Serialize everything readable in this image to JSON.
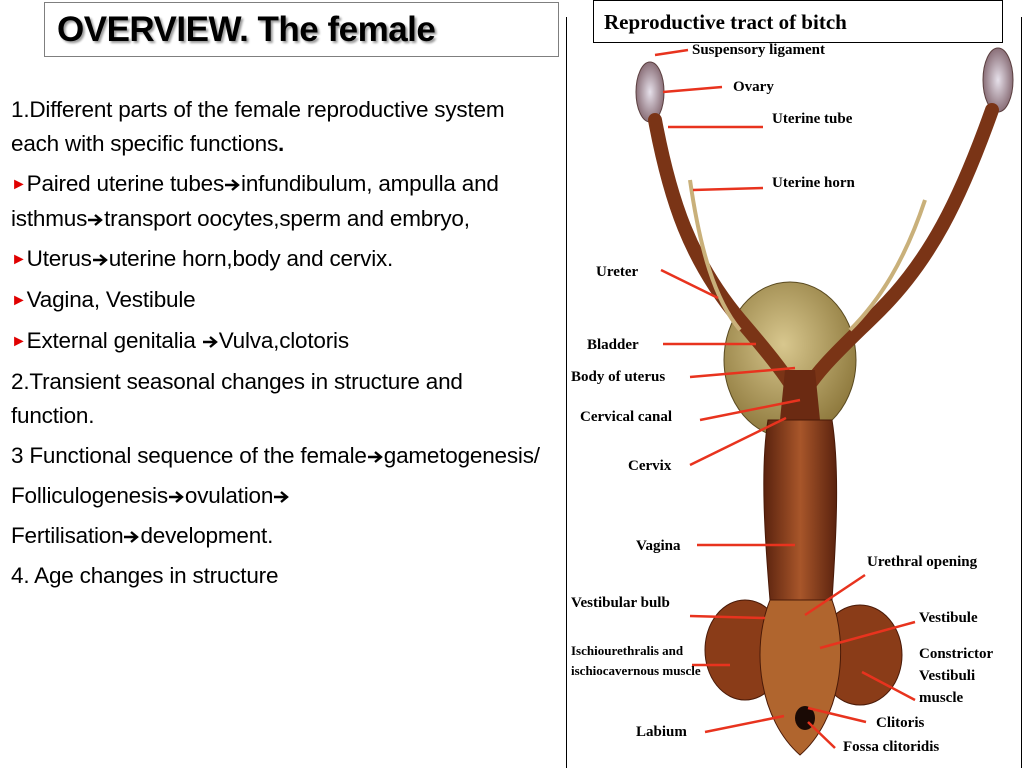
{
  "slide": {
    "title": "OVERVIEW. The female",
    "paragraphs": {
      "p1": "1.Different parts of the female reproductive system each with specific functions",
      "p1_end": ".",
      "b1a": "Paired uterine tubes",
      "b1b": "infundibulum, ampulla and isthmus",
      "b1c": "transport oocytes,sperm and embryo,",
      "b2a": "Uterus",
      "b2b": "uterine horn,body and cervix.",
      "b3": "Vagina, Vestibule",
      "b4a": "External genitalia ",
      "b4b": "Vulva,clotoris",
      "p2": "2.Transient seasonal changes in structure and function.",
      "p3a": "3 Functional sequence of the female",
      "p3b": "gametogenesis/",
      "p3c": "Folliculogenesis",
      "p3d": "ovulation",
      "p3e": "Fertilisation",
      "p3f": "development.",
      "p4": "4. Age changes in structure"
    }
  },
  "figure": {
    "title": "Reproductive tract of bitch",
    "labels": {
      "suspensory_ligament": "Suspensory ligament",
      "ovary": "Ovary",
      "uterine_tube": "Uterine tube",
      "uterine_horn": "Uterine horn",
      "ureter": "Ureter",
      "bladder": "Bladder",
      "body_of_uterus": "Body of uterus",
      "cervical_canal": "Cervical canal",
      "cervix": "Cervix",
      "vagina": "Vagina",
      "urethral_opening": "Urethral opening",
      "vestibular_bulb": "Vestibular bulb",
      "vestibule": "Vestibule",
      "ischio": "Ischiourethralis and ischiocavernous muscle",
      "constrictor": "Constrictor Vestibuli muscle",
      "clitoris": "Clitoris",
      "labium": "Labium",
      "fossa_clitoridis": "Fossa clitoridis"
    }
  },
  "colors": {
    "bullet": "#e00000",
    "pointer": "#e8331e",
    "tissue_dark": "#6b2a12",
    "tissue_mid": "#9b4a22",
    "bladder": "#b7a266"
  }
}
